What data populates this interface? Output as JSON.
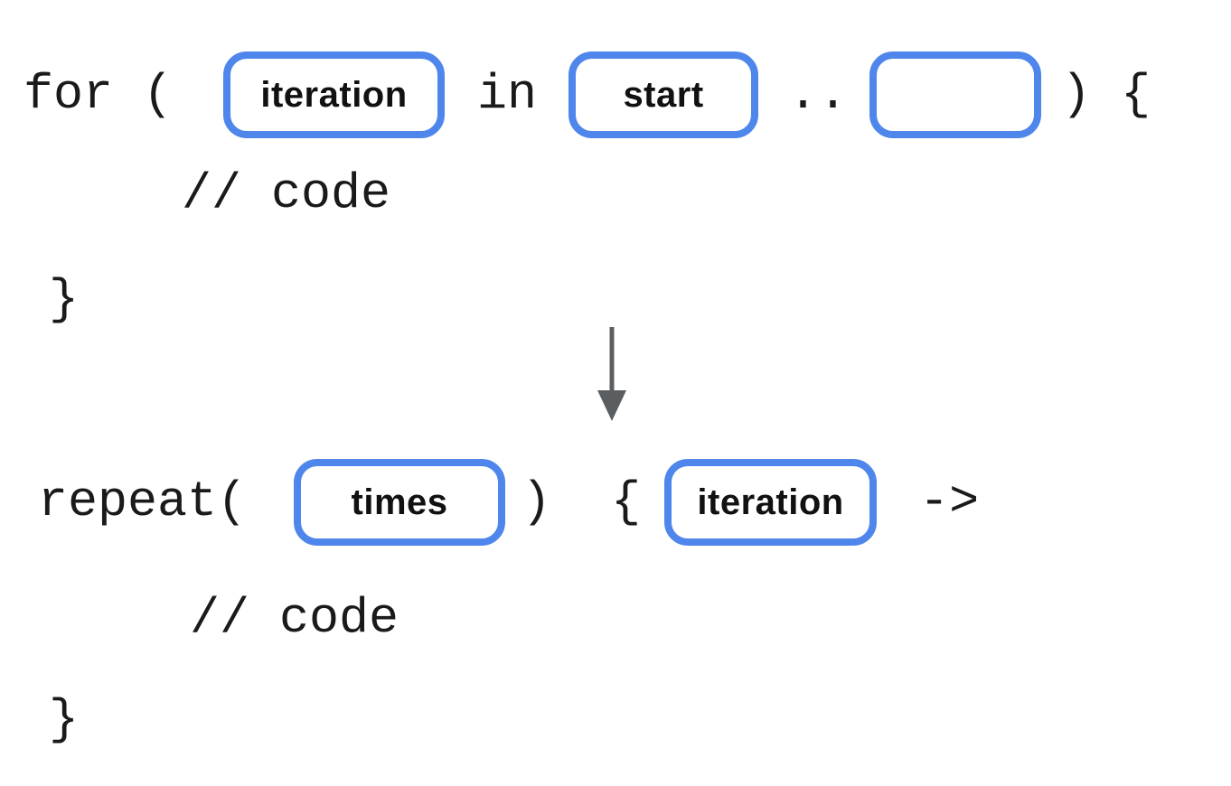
{
  "before": {
    "keyword_open": "for (",
    "placeholder_iteration": "iteration",
    "in_keyword": "in",
    "placeholder_start": "start",
    "range_dots": "..",
    "close_paren_brace": ") {",
    "body_comment": "// code",
    "closing_brace": "}"
  },
  "transform_arrow": {
    "icon": "down-arrow-icon",
    "direction": "down"
  },
  "after": {
    "keyword_open": "repeat(",
    "placeholder_times": "times",
    "close_paren": ")",
    "open_brace": "{",
    "placeholder_iteration": "iteration",
    "lambda_arrow": "->",
    "body_comment": "// code",
    "closing_brace": "}"
  },
  "colors": {
    "placeholder_border": "#4f86ec",
    "code_text": "#1a1a1a",
    "pill_label_text": "#111111",
    "arrow_gray": "#5b5e61",
    "background": "#ffffff"
  }
}
